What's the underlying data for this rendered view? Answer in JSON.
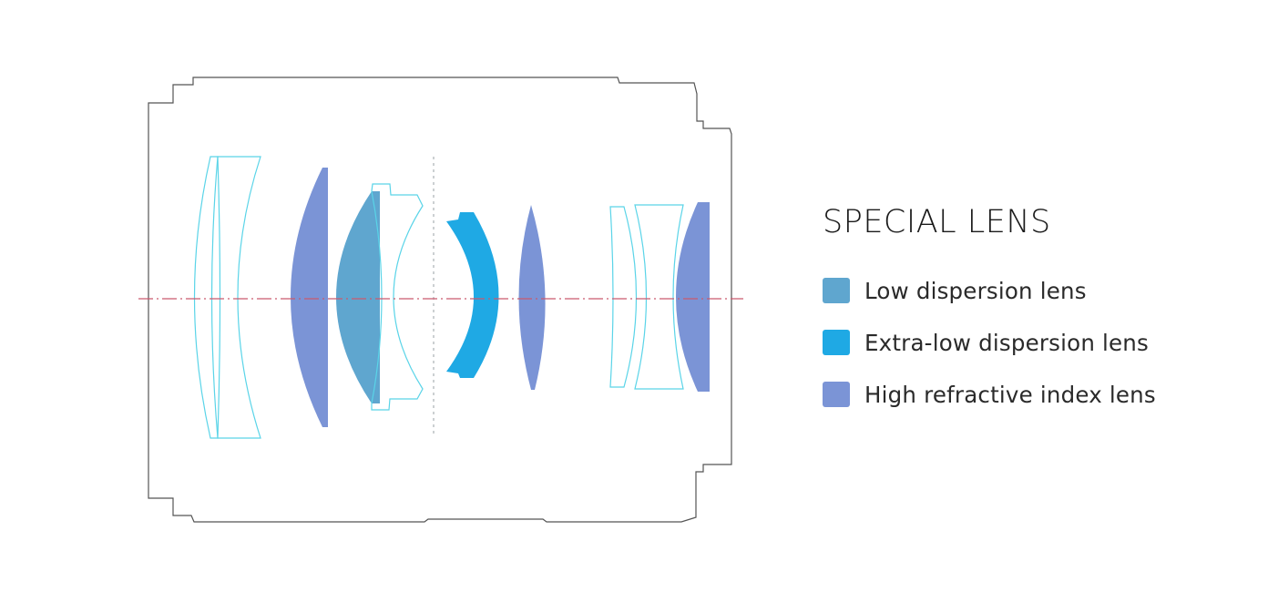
{
  "legend": {
    "title": "SPECIAL LENS",
    "items": [
      {
        "key": "low_dispersion",
        "label": "Low dispersion lens",
        "color": "#5fa6cf"
      },
      {
        "key": "extra_low_dispersion",
        "label": "Extra-low dispersion lens",
        "color": "#1fa9e4"
      },
      {
        "key": "high_refractive_index",
        "label": "High refractive index lens",
        "color": "#7b94d6"
      }
    ]
  },
  "colors": {
    "housing_outline": "#555555",
    "lens_outline": "#5ad4e8",
    "optical_axis": "#c9596e"
  }
}
